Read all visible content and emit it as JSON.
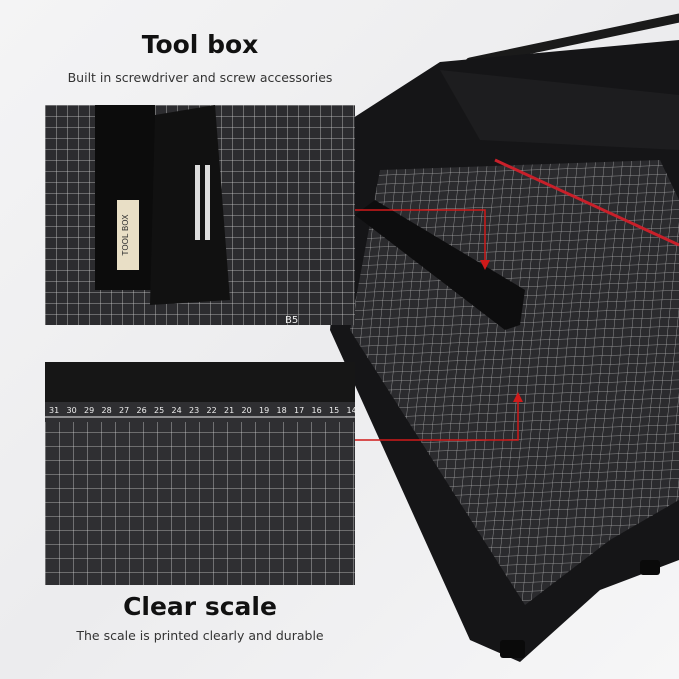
{
  "sections": [
    {
      "title": "Tool box",
      "subtitle": "Built in screwdriver and screw accessories"
    },
    {
      "title": "Clear scale",
      "subtitle": "The scale is printed clearly and durable"
    }
  ],
  "product_labels": {
    "toolbox_lid": "TOOL BOX",
    "paper_mark": "B5"
  },
  "scale_numbers": [
    "31",
    "30",
    "29",
    "28",
    "27",
    "26",
    "25",
    "24",
    "23",
    "22",
    "21",
    "20",
    "19",
    "18",
    "17",
    "16",
    "15",
    "14"
  ],
  "colors": {
    "accent_arrow": "#d01a1a",
    "board": "#1c1c1e",
    "grid": "#e8e8e8"
  }
}
